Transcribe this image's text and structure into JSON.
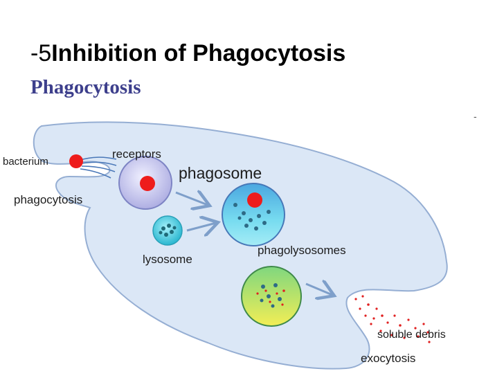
{
  "title": {
    "number": "-5",
    "text": "Inhibition of Phagocytosis"
  },
  "subtitle": "Phagocytosis",
  "corner_mark": "-",
  "labels": {
    "bacterium": "bacterium",
    "receptors": "receptors",
    "phagocytosis": "phagocytosis",
    "phagosome": "phagosome",
    "lysosome": "lysosome",
    "phagolysosomes": "phagolysosomes",
    "soluble_debris": "soluble debris",
    "exocytosis": "exocytosis"
  },
  "colors": {
    "cell_fill": "#dbe7f6",
    "cell_stroke": "#95aed3",
    "bacterium": "#ee1c1c",
    "phagosome": "#c3c3ea",
    "lysosome": "#3cc2d8",
    "phagolysosome": "#6ed6ea",
    "digest_top": "#7fd77f",
    "digest_bottom": "#f1ec55",
    "subtitle": "#3d3f8c"
  }
}
